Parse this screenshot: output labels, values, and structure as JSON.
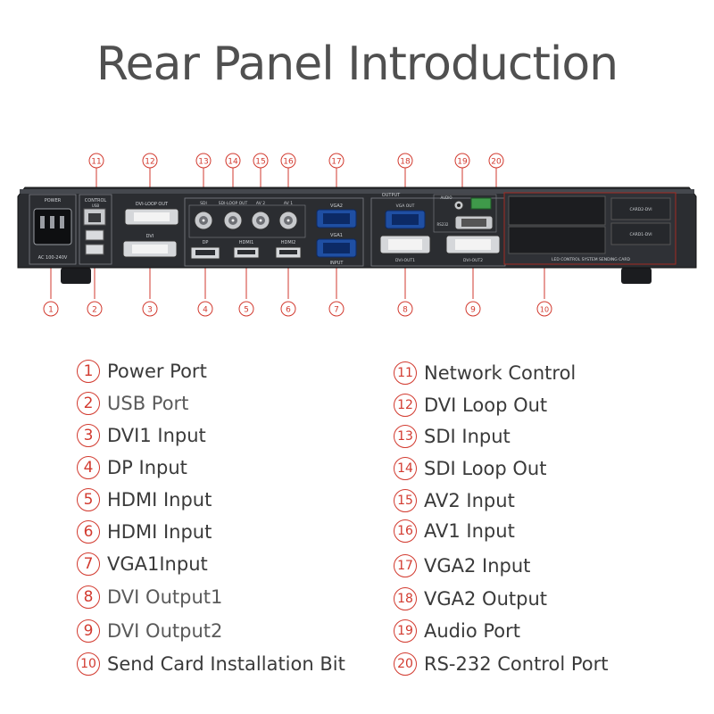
{
  "title": "Rear Panel Introduction",
  "panel": {
    "top_callouts": [
      "11",
      "12",
      "13",
      "14",
      "15",
      "16",
      "17",
      "18",
      "19",
      "20"
    ],
    "bottom_callouts": [
      "1",
      "2",
      "3",
      "4",
      "5",
      "6",
      "7",
      "8",
      "9",
      "10"
    ],
    "labels": {
      "power": "POWER",
      "control": "CONTROL",
      "ac": "AC 100-240V",
      "usb": "USB",
      "dvi_loop_out": "DVI-LOOP OUT",
      "dvi": "DVI",
      "sdi": "SDI",
      "sdi_loop": "SDI-LOOP OUT",
      "av2": "AV 2",
      "av1": "AV 1",
      "vga2": "VGA2",
      "vga1": "VGA1",
      "dp": "DP",
      "hdmi1": "HDMI1",
      "hdmi2": "HDMI2",
      "input": "INPUT",
      "output": "OUTPUT",
      "vga_out": "VGA OUT",
      "dvi_out1": "DVI-OUT1",
      "dvi_out2": "DVI-OUT2",
      "audio": "AUDIO",
      "rs232": "RS232",
      "card2": "CARD2-DVI",
      "card1": "CARD1-DVI",
      "card_bar": "LED CONTROL SYSTEM SENDING CARD"
    }
  },
  "legend": {
    "left": [
      {
        "num": "1",
        "label": "Power Port"
      },
      {
        "num": "2",
        "label": "USB Port"
      },
      {
        "num": "3",
        "label": "DVI1 Input"
      },
      {
        "num": "4",
        "label": "DP Input"
      },
      {
        "num": "5",
        "label": "HDMI Input"
      },
      {
        "num": "6",
        "label": "HDMI Input"
      },
      {
        "num": "7",
        "label": "VGA1Input"
      },
      {
        "num": "8",
        "label": "DVI Output1"
      },
      {
        "num": "9",
        "label": "DVI Output2"
      },
      {
        "num": "10",
        "label": "Send Card Installation Bit"
      }
    ],
    "right": [
      {
        "num": "11",
        "label": "Network Control"
      },
      {
        "num": "12",
        "label": "DVI Loop Out"
      },
      {
        "num": "13",
        "label": "SDI Input"
      },
      {
        "num": "14",
        "label": "SDI Loop Out"
      },
      {
        "num": "15",
        "label": "AV2 Input"
      },
      {
        "num": "16",
        "label": "AV1 Input"
      },
      {
        "num": "17",
        "label": "VGA2 Input"
      },
      {
        "num": "18",
        "label": "VGA2 Output"
      },
      {
        "num": "19",
        "label": "Audio Port"
      },
      {
        "num": "20",
        "label": "RS-232 Control Port"
      }
    ]
  },
  "colors": {
    "accent": "#d23a2f",
    "text": "#3a3a3a",
    "title": "#505050",
    "panel": "#2b2d31"
  }
}
